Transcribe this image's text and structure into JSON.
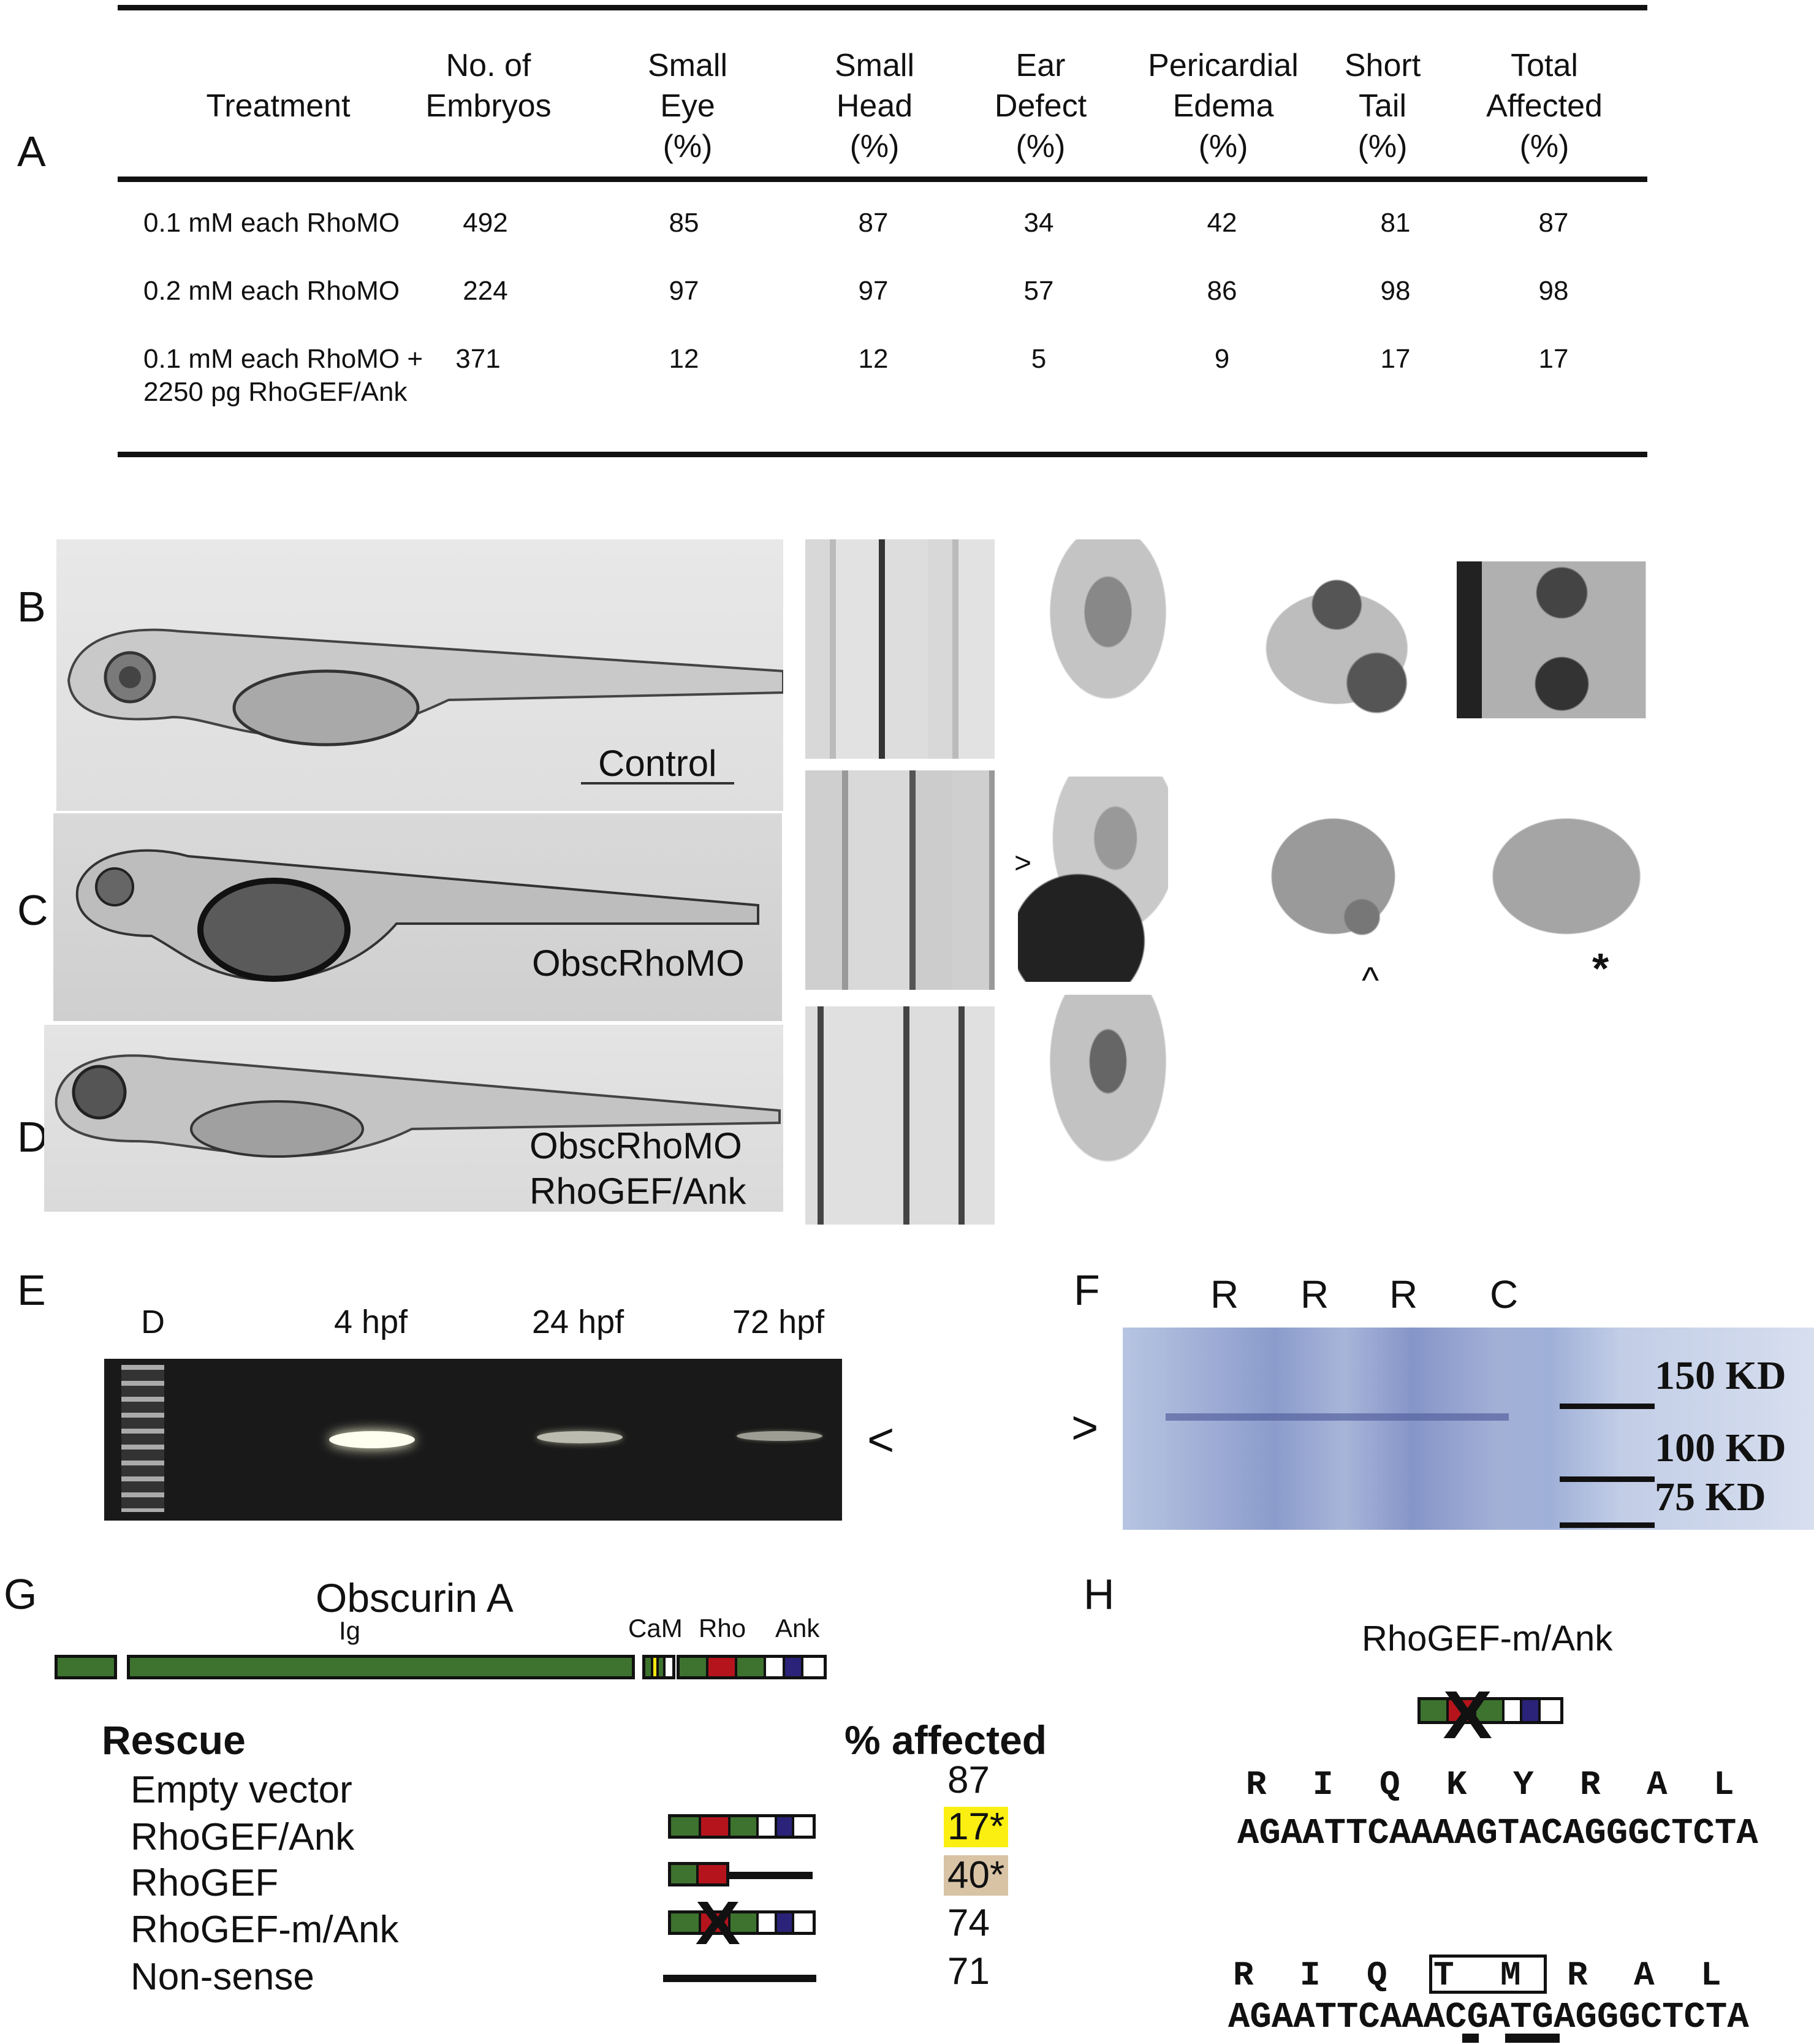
{
  "panels": {
    "A": "A",
    "B": "B",
    "C": "C",
    "D": "D",
    "E": "E",
    "F": "F",
    "G": "G",
    "H": "H"
  },
  "table": {
    "headers": [
      [
        "Treatment"
      ],
      [
        "No.  of",
        "Embryos"
      ],
      [
        "Small",
        "Eye",
        "(%)"
      ],
      [
        "Small",
        "Head",
        "(%)"
      ],
      [
        "Ear",
        "Defect",
        "(%)"
      ],
      [
        "Pericardial",
        "Edema",
        "(%)"
      ],
      [
        "Short",
        "Tail",
        "(%)"
      ],
      [
        "Total",
        "Affected",
        "(%)"
      ]
    ],
    "rows": [
      {
        "treatment": [
          "0.1 mM each RhoMO"
        ],
        "values": [
          "492",
          "85",
          "87",
          "34",
          "42",
          "81",
          "87"
        ]
      },
      {
        "treatment": [
          "0.2 mM each RhoMO"
        ],
        "values": [
          "224",
          "97",
          "97",
          "57",
          "86",
          "98",
          "98"
        ]
      },
      {
        "treatment": [
          "0.1 mM each RhoMO +",
          "2250 pg RhoGEF/Ank"
        ],
        "values": [
          "371",
          "12",
          "12",
          "5",
          "9",
          "17",
          "17"
        ]
      }
    ]
  },
  "images": {
    "control_label": "Control",
    "morphant_label": "ObscRhoMO",
    "rescue_label": [
      "ObscRhoMO",
      "RhoGEF/Ank"
    ],
    "markers": {
      "ear": ">",
      "head": "^",
      "tail": "*"
    }
  },
  "gel": {
    "lanes": [
      "D",
      "4 hpf",
      "24 hpf",
      "72 hpf"
    ],
    "arrow": "<",
    "band_intensity": [
      0,
      1.0,
      0.55,
      0.35
    ]
  },
  "western": {
    "lanes": [
      "R",
      "R",
      "R",
      "C"
    ],
    "arrow": ">",
    "markers": [
      "150 KD",
      "100 KD",
      "75 KD"
    ]
  },
  "domain_map": {
    "title": "Obscurin A",
    "labels": {
      "ig": "Ig",
      "cam": "CaM",
      "rho": "Rho",
      "ank": "Ank"
    },
    "colors": {
      "ig": "#3d732e",
      "rho": "#b5141c",
      "ank": "#2a2379",
      "cam": "#f5e60f"
    }
  },
  "rescue": {
    "heading": "Rescue",
    "value_heading": "% affected",
    "rows": [
      {
        "name": "Empty vector",
        "value": "87",
        "highlight": ""
      },
      {
        "name": "RhoGEF/Ank",
        "value": "17*",
        "highlight": "#fbef11"
      },
      {
        "name": "RhoGEF",
        "value": "40*",
        "highlight": "#d8c3a5"
      },
      {
        "name": "RhoGEF-m/Ank",
        "value": "74",
        "highlight": ""
      },
      {
        "name": "Non-sense",
        "value": "71",
        "highlight": ""
      }
    ]
  },
  "mutation": {
    "title": "RhoGEF-m/Ank",
    "wt_aa": [
      "R",
      "I",
      "Q",
      "K",
      "Y",
      "R",
      "A",
      "L"
    ],
    "wt_dna": "AGAATTCAAAAGTACAGGGCTCTA",
    "mut_aa": [
      "R",
      "I",
      "Q",
      "T",
      "M",
      "R",
      "A",
      "L"
    ],
    "mut_dna": "AGAATTCAAACGATGAGGGCTCTA"
  }
}
